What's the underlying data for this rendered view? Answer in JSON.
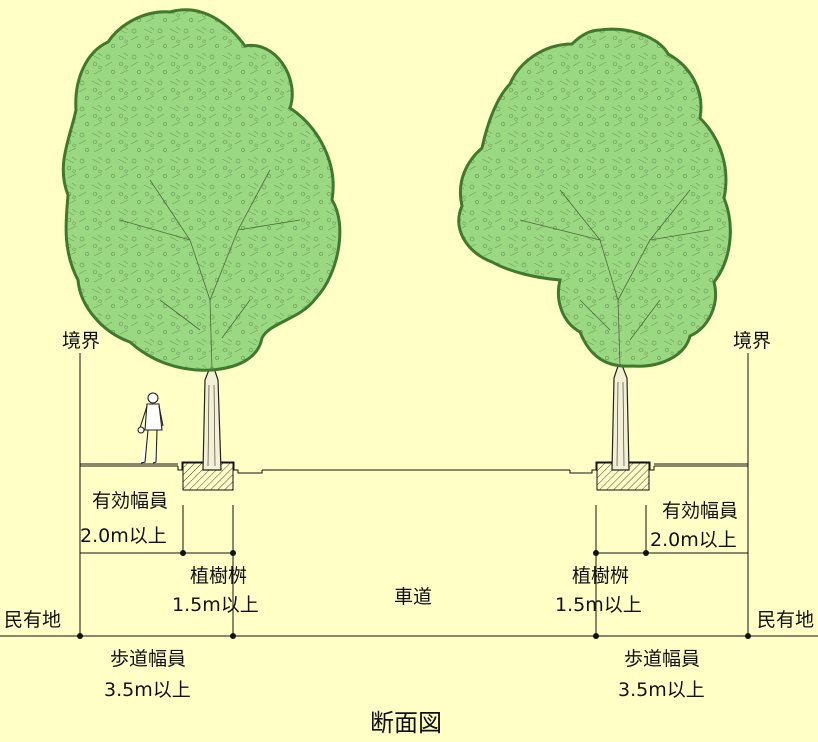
{
  "title": "断面図",
  "labels": {
    "boundary_left": "境界",
    "boundary_right": "境界",
    "private_land_left": "民有地",
    "private_land_right": "民有地",
    "roadway": "車道",
    "left": {
      "effective_width_title": "有効幅員",
      "effective_width_value": "2.0m以上",
      "planter_title": "植樹桝",
      "planter_value": "1.5m以上",
      "sidewalk_title": "歩道幅員",
      "sidewalk_value": "3.5m以上"
    },
    "right": {
      "effective_width_title": "有効幅員",
      "effective_width_value": "2.0m以上",
      "planter_title": "植樹桝",
      "planter_value": "1.5m以上",
      "sidewalk_title": "歩道幅員",
      "sidewalk_value": "3.5m以上"
    }
  },
  "colors": {
    "background": "#ffffc6",
    "canopy_fill": "#9bd882",
    "canopy_outline": "#3f7a2c",
    "line": "#111111"
  }
}
